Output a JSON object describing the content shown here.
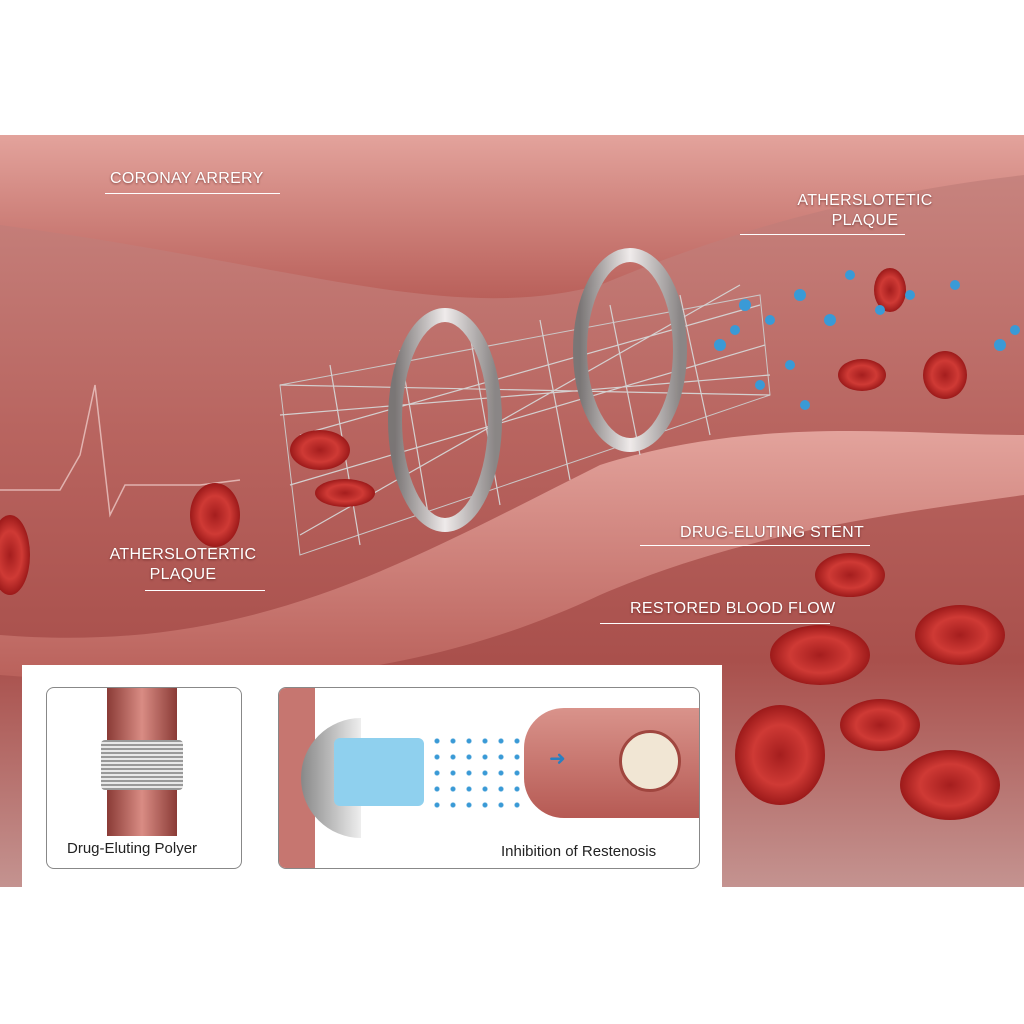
{
  "labels": {
    "coronary_artery": "CORONAY ARRERY",
    "plaque_top": [
      "ATHERSLOTETIC",
      "PLAQUE"
    ],
    "plaque_left": [
      "ATHERSLOTERTIC",
      "PLAQUE"
    ],
    "stent": "DRUG-ELUTING STENT",
    "blood_flow": "RESTORED BLOOD FLOW"
  },
  "inset": {
    "panel1_caption": "Drug-Eluting Polyer",
    "panel2_caption": "Inhibition of Restenosis"
  },
  "colors": {
    "tissue": "#b8645f",
    "drug": "#3a9ad6",
    "metal": "#b9bcc0"
  }
}
